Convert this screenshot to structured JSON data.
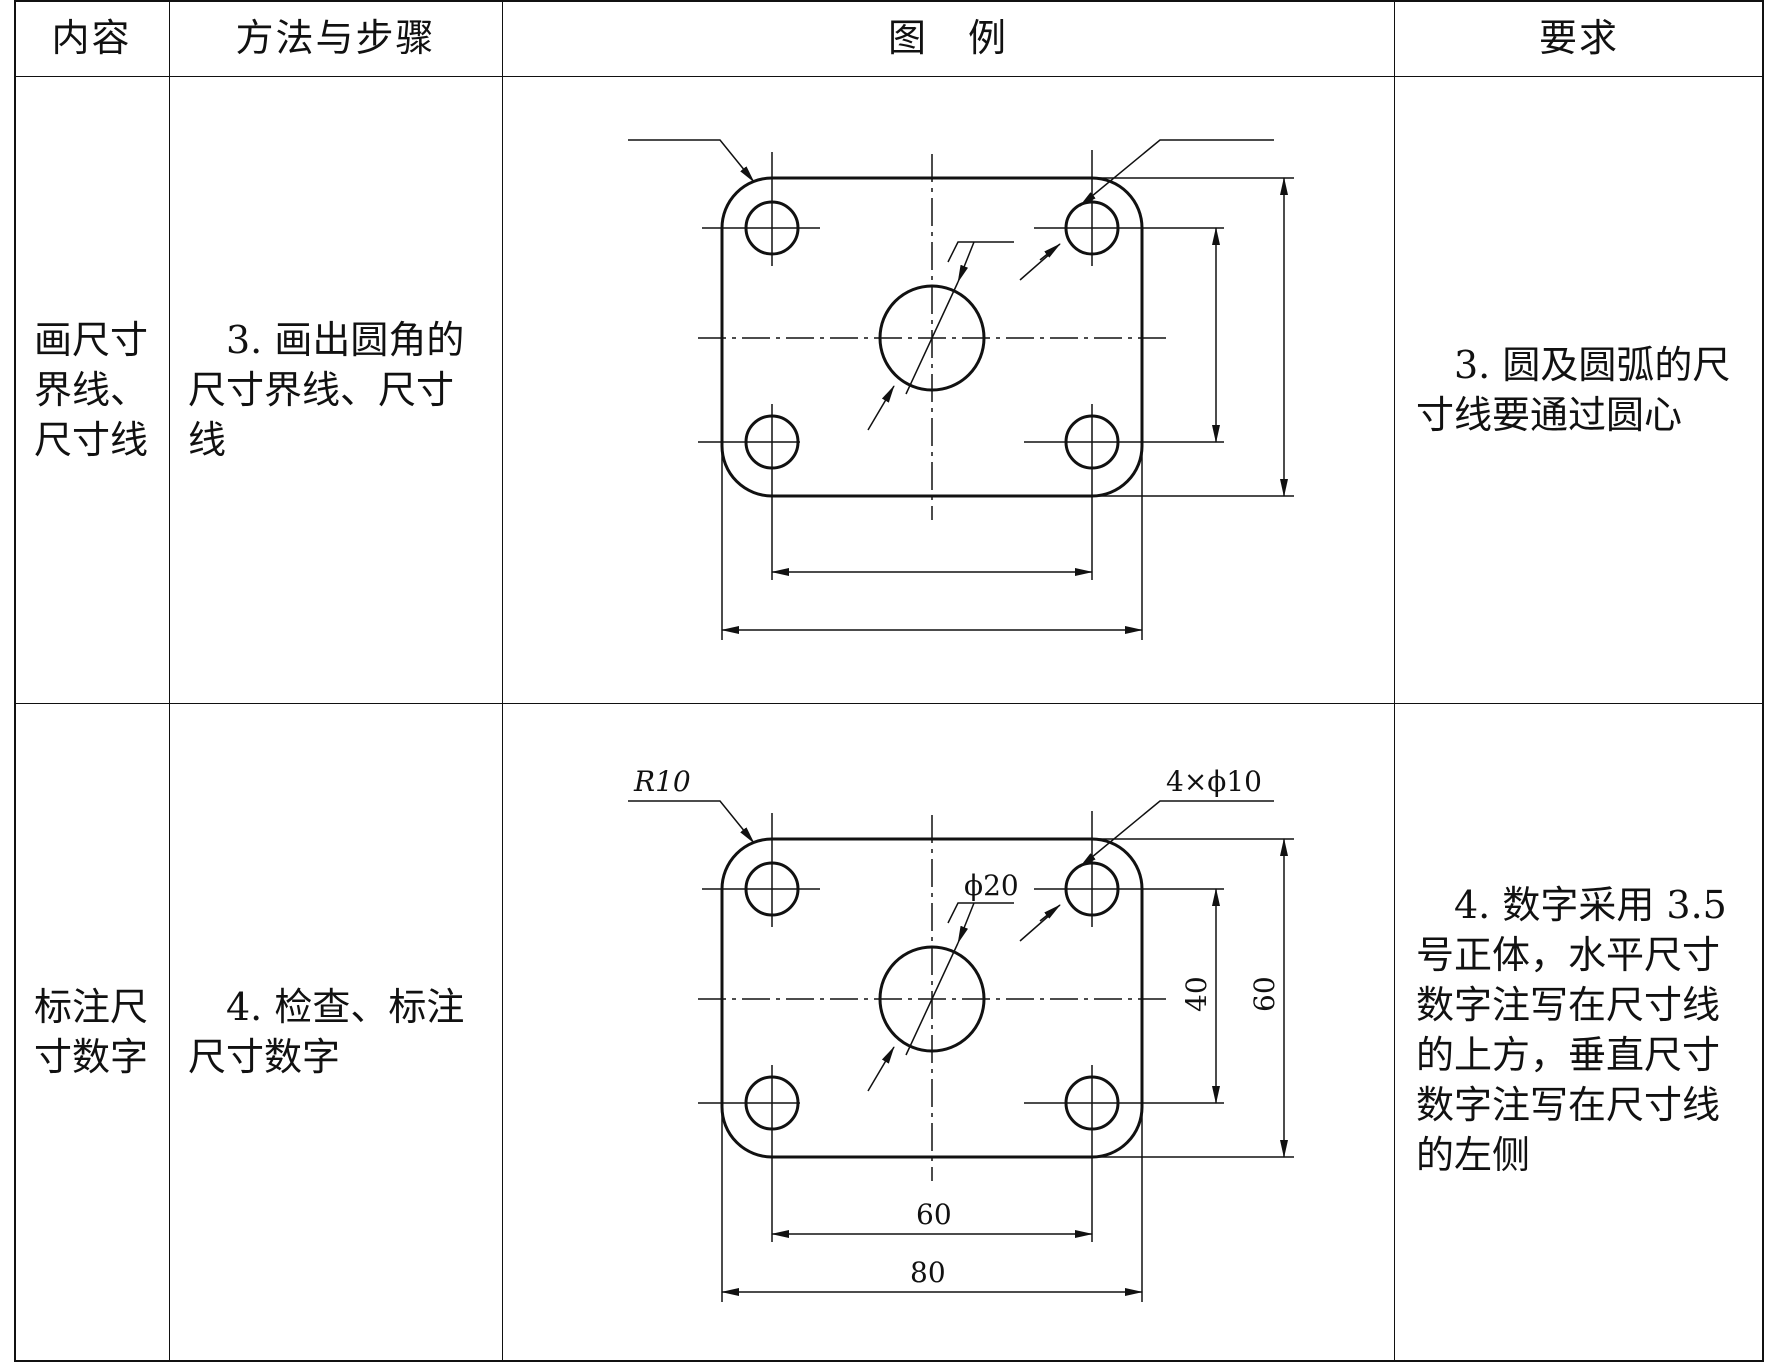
{
  "header": {
    "col1": "内容",
    "col2": "方法与步骤",
    "col3": "图　例",
    "col4": "要求"
  },
  "rows": [
    {
      "content": "画尺寸界线、尺寸线",
      "method": "　3. 画出圆角的尺寸界线、尺寸线",
      "requirement": "　3. 圆及圆弧的尺寸线要通过圆心"
    },
    {
      "content": "标注尺寸数字",
      "method": "　4. 检查、标注尺寸数字",
      "requirement": "　4. 数字采用 3.5 号正体，水平尺寸数字注写在尺寸线的上方，垂直尺寸数字注写在尺寸线的左侧"
    }
  ],
  "drawing_labels": {
    "radius": "R10",
    "small_holes": "4×ϕ10",
    "center_hole": "ϕ20",
    "dim_inner_height": "40",
    "dim_outer_height": "60",
    "dim_inner_width": "60",
    "dim_outer_width": "80"
  }
}
